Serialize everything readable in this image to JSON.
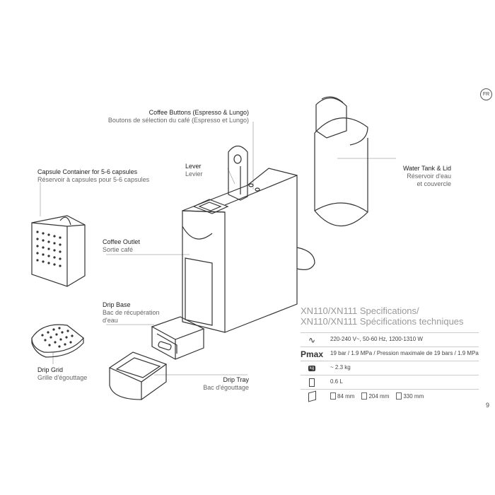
{
  "lang_badge": "FR",
  "page_number": "9",
  "labels": {
    "coffee_buttons": {
      "en": "Coffee Buttons (Espresso & Lungo)",
      "fr": "Boutons de sélection du café (Espresso et Lungo)"
    },
    "lever": {
      "en": "Lever",
      "fr": "Levier"
    },
    "capsule_container": {
      "en": "Capsule Container for 5-6 capsules",
      "fr": "Réservoir à capsules pour 5-6 capsules"
    },
    "water_tank": {
      "en": "Water Tank & Lid",
      "fr1": "Réservoir d'eau",
      "fr2": "et couvercle"
    },
    "coffee_outlet": {
      "en": "Coffee Outlet",
      "fr": "Sortie café"
    },
    "drip_base": {
      "en": "Drip Base",
      "fr1": "Bac de récupération",
      "fr2": "d'eau"
    },
    "drip_grid": {
      "en": "Drip Grid",
      "fr": "Grille d'égouttage"
    },
    "drip_tray": {
      "en": "Drip Tray",
      "fr": "Bac d'égouttage"
    }
  },
  "specs": {
    "title_en": "XN110/XN111 Specifications/",
    "title_fr": "XN110/XN111 Spécifications techniques",
    "rows": [
      {
        "icon": "voltage-icon",
        "symbol": "∿",
        "value": "220-240 V~, 50-60 Hz, 1200-1310 W"
      },
      {
        "icon": "pmax-icon",
        "symbol": "Pmax",
        "value": "19 bar / 1.9 MPa  /  Pression maximale de 19 bars / 1.9 MPa"
      },
      {
        "icon": "weight-icon",
        "symbol": "kg",
        "value": "~ 2.3 kg"
      },
      {
        "icon": "capacity-icon",
        "symbol": "",
        "value": "0.6 L"
      }
    ],
    "dimensions": [
      "84 mm",
      "204 mm",
      "330 mm"
    ]
  }
}
